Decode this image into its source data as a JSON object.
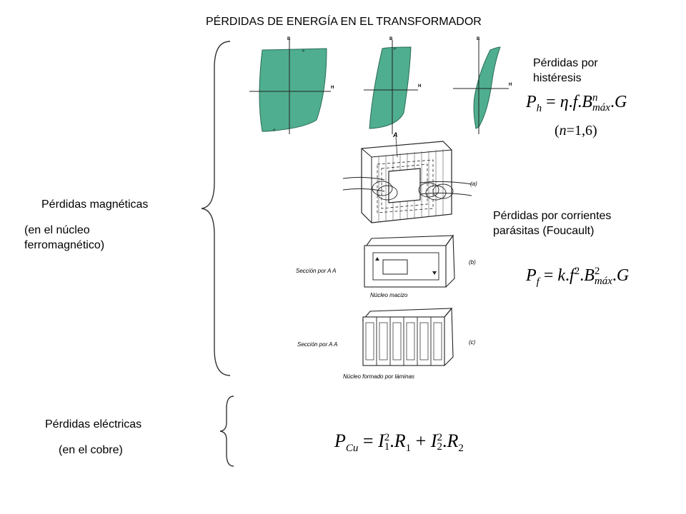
{
  "slide": {
    "title": "PÉRDIDAS DE ENERGÍA EN EL TRANSFORMADOR"
  },
  "magnetic": {
    "label": "Pérdidas magnéticas",
    "sub_line1": "(en el núcleo",
    "sub_line2": "ferromagnético)"
  },
  "electric": {
    "label": "Pérdidas eléctricas",
    "sub": "(en el cobre)"
  },
  "hysteresis": {
    "label_line1": "Pérdidas por",
    "label_line2": "histéresis",
    "axis_b": "B",
    "axis_h": "H",
    "formula": {
      "lhs": "P",
      "lhs_sub": "h",
      "eq": "=",
      "eta": "η",
      "dot1": ".",
      "f": "f",
      "dot2": ".",
      "B": "B",
      "B_sup": "n",
      "B_sub": "máx",
      "dot3": ".",
      "G": "G"
    },
    "exponent": {
      "open": "(",
      "n": "n",
      "eq": "=",
      "value": "1,6",
      "close": ")"
    }
  },
  "eddy": {
    "label_line1": "Pérdidas por corrientes",
    "label_line2": "parásitas (Foucault)",
    "diagram": {
      "label_a": "A",
      "tag_a": "(a)",
      "tag_b": "(b)",
      "tag_c": "(c)",
      "section_b": "Sección por A A",
      "section_c": "Sección por A A",
      "caption_b": "Núcleo macizo",
      "caption_c": "Núcleo formado por láminas"
    },
    "formula": {
      "lhs": "P",
      "lhs_sub": "f",
      "eq": "=",
      "k": "k",
      "dot1": ".",
      "f": "f",
      "f_sup": "2",
      "dot2": ".",
      "B": "B",
      "B_sup": "2",
      "B_sub": "máx",
      "dot3": ".",
      "G": "G"
    }
  },
  "copper": {
    "formula": {
      "lhs": "P",
      "lhs_sub": "Cu",
      "eq": "=",
      "I1": "I",
      "I1_sup": "2",
      "I1_sub": "1",
      "dot1": ".",
      "R1": "R",
      "R1_sub": "1",
      "plus": "+",
      "I2": "I",
      "I2_sup": "2",
      "I2_sub": "2",
      "dot2": ".",
      "R2": "R",
      "R2_sub": "2"
    }
  },
  "colors": {
    "loop_fill": "#4fae8f",
    "text": "#000000",
    "brace": "#333333"
  }
}
